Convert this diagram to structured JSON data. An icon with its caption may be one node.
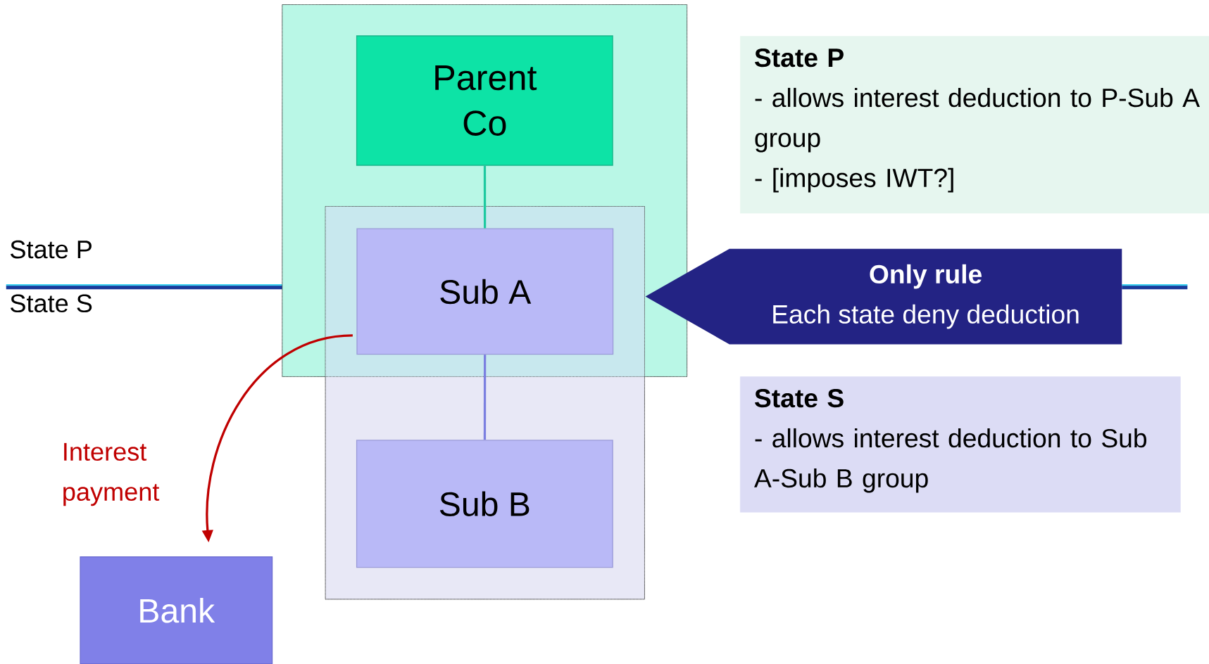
{
  "diagram": {
    "nodes": [
      {
        "text": [],
        "shape": "box"
      },
      {
        "text": [
          "Parent Co"
        ],
        "in": 0
      },
      {
        "text": [],
        "shape": "box"
      },
      {
        "text": [
          "Sub A"
        ]
      },
      {
        "text": [
          "Sub B"
        ],
        "in": 2
      },
      {
        "text": [
          "Bank"
        ]
      },
      {
        "text": [
          "State P",
          "- allows interest deduction to P-Sub A group",
          "- [imposes IWT?]"
        ]
      },
      {
        "text": [
          "State S",
          "- allows interest deduction to Sub A-Sub B group"
        ]
      },
      {
        "text": [
          "Only rule",
          "Each state deny deduction"
        ]
      }
    ],
    "edges": [
      {
        "from": 1,
        "to": 3,
        "arrow": "none",
        "color": "#1ec9a0"
      },
      {
        "from": 3,
        "to": 4,
        "arrow": "none",
        "color": "#7b7fe0"
      },
      {
        "from": 3,
        "to": 5,
        "arrow": "to",
        "label": "Interest payment",
        "color": "#c00000"
      }
    ],
    "labels": [
      "State P",
      "State S"
    ]
  }
}
